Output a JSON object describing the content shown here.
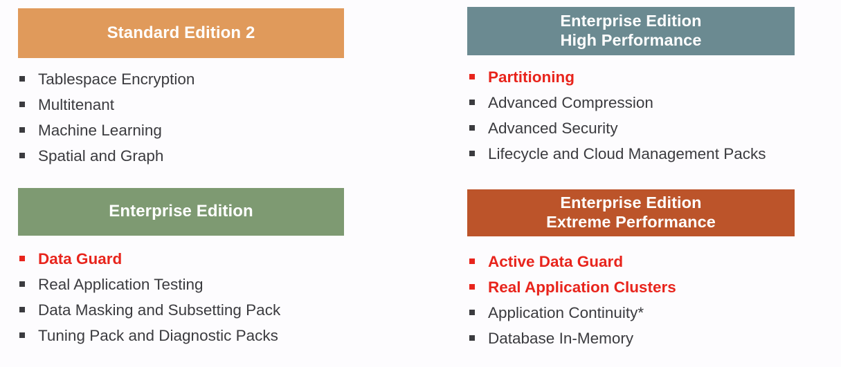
{
  "slide": {
    "background_color": "#fdfcfe",
    "body_text_color": "#3b3b3f",
    "highlight_color": "#e8241c"
  },
  "panels": [
    {
      "id": "standard-edition-2",
      "header_lines": [
        "Standard Edition 2"
      ],
      "header_color": "#e09a5b",
      "items": [
        {
          "label": "Tablespace Encryption",
          "highlight": false
        },
        {
          "label": "Multitenant",
          "highlight": false
        },
        {
          "label": "Machine Learning",
          "highlight": false
        },
        {
          "label": "Spatial and Graph",
          "highlight": false
        }
      ]
    },
    {
      "id": "enterprise-high-performance",
      "header_lines": [
        "Enterprise Edition",
        "High Performance"
      ],
      "header_color": "#6b8a91",
      "items": [
        {
          "label": "Partitioning",
          "highlight": true
        },
        {
          "label": "Advanced Compression",
          "highlight": false
        },
        {
          "label": "Advanced Security",
          "highlight": false
        },
        {
          "label": "Lifecycle and Cloud Management Packs",
          "highlight": false
        }
      ]
    },
    {
      "id": "enterprise-edition",
      "header_lines": [
        "Enterprise Edition"
      ],
      "header_color": "#7e9a72",
      "items": [
        {
          "label": "Data Guard",
          "highlight": true
        },
        {
          "label": "Real Application Testing",
          "highlight": false
        },
        {
          "label": "Data Masking and Subsetting Pack",
          "highlight": false
        },
        {
          "label": "Tuning Pack and Diagnostic Packs",
          "highlight": false
        }
      ]
    },
    {
      "id": "enterprise-extreme-performance",
      "header_lines": [
        "Enterprise Edition",
        "Extreme Performance"
      ],
      "header_color": "#bc542a",
      "items": [
        {
          "label": "Active Data Guard",
          "highlight": true
        },
        {
          "label": "Real Application Clusters",
          "highlight": true
        },
        {
          "label": "Application Continuity*",
          "highlight": false
        },
        {
          "label": "Database In-Memory",
          "highlight": false
        }
      ]
    }
  ]
}
